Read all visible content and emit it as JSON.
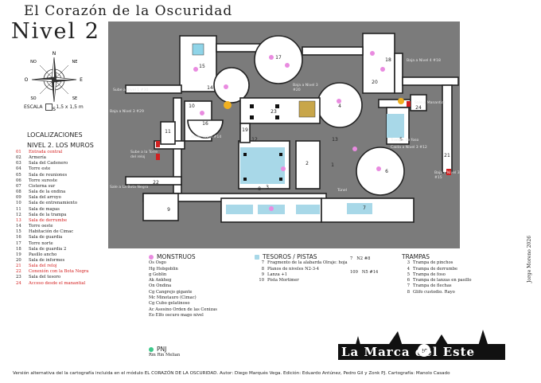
{
  "title": "El Corazón de la Oscuridad",
  "level": "Nivel 2",
  "compass": {
    "n": "N",
    "ne": "NE",
    "e": "E",
    "se": "SE",
    "s": "S",
    "so": "SO",
    "o": "O",
    "no": "NO"
  },
  "scale": {
    "label": "ESCALA",
    "value": "1,5 x 1,5 m"
  },
  "locations": {
    "heading": "LOCALIZACIONES",
    "subheading": "NIVEL 2. LOS MUROS",
    "items": [
      {
        "num": "01",
        "name": "Entrada central",
        "red": true
      },
      {
        "num": "02",
        "name": "Armería",
        "red": false
      },
      {
        "num": "03",
        "name": "Sala del Cadenero",
        "red": false
      },
      {
        "num": "04",
        "name": "Torre este",
        "red": false
      },
      {
        "num": "05",
        "name": "Sala de reuniones",
        "red": false
      },
      {
        "num": "06",
        "name": "Torre sureste",
        "red": false
      },
      {
        "num": "07",
        "name": "Cisterna sur",
        "red": false
      },
      {
        "num": "08",
        "name": "Sala de la ondina",
        "red": false
      },
      {
        "num": "09",
        "name": "Sala del arroyo",
        "red": false
      },
      {
        "num": "10",
        "name": "Sala de entrenamiento",
        "red": false
      },
      {
        "num": "11",
        "name": "Sala de mapas",
        "red": false
      },
      {
        "num": "12",
        "name": "Sala de la trampa",
        "red": false
      },
      {
        "num": "13",
        "name": "Sala de derrumbe",
        "red": true
      },
      {
        "num": "14",
        "name": "Torre oeste",
        "red": false
      },
      {
        "num": "15",
        "name": "Habitación de Cimac",
        "red": false
      },
      {
        "num": "16",
        "name": "Sala de guardia",
        "red": false
      },
      {
        "num": "17",
        "name": "Torre norte",
        "red": false
      },
      {
        "num": "18",
        "name": "Sala de guardia 2",
        "red": false
      },
      {
        "num": "19",
        "name": "Pasillo ancho",
        "red": false
      },
      {
        "num": "20",
        "name": "Sala de informes",
        "red": false
      },
      {
        "num": "21",
        "name": "Sala del reloj",
        "red": true
      },
      {
        "num": "22",
        "name": "Conexión con la Bota Negra",
        "red": true
      },
      {
        "num": "23",
        "name": "Sala del tesoro",
        "red": false
      },
      {
        "num": "24",
        "name": "Acceso desde el manantial",
        "red": true
      }
    ]
  },
  "map_labels": {
    "sube_n1": "Sube a Nivel 1 #30",
    "baja_n3_29": "Baja a Nivel 3 #29",
    "altillo": "Altillo sobre #14",
    "sube_torre": "Sube a la Torre del reloj",
    "sale_bota": "Sale a La Bota Negra",
    "baja_n3_20": "Baja a Nivel 3 #20",
    "baja_n4": "Baja a Nivel 4 #18",
    "sale_manantial": "Sale a Manantial",
    "trampa_foso": "Trampa de foso",
    "caida_n3": "Caída a Nivel 3 #12",
    "baja_n3_15": "Baja a Nivel 3 #15",
    "tunel": "Túnel"
  },
  "room_numbers": [
    "1",
    "2",
    "3",
    "4",
    "5",
    "6",
    "7",
    "8",
    "9",
    "10",
    "11",
    "12",
    "13",
    "14",
    "15",
    "16",
    "17",
    "18",
    "19",
    "20",
    "21",
    "22",
    "23",
    "24"
  ],
  "monsters": {
    "heading": "MONSTRUOS",
    "items": [
      "Os Osgo",
      "Hg Hobgoblin",
      "g Goblin",
      "Ak Ankheg",
      "On Ondina",
      "Cg Cangrejo gigante",
      "Mc Minotauro (Cimac)",
      "Cg Cubo gelatinoso",
      "Ac Asesino Orden de las Cenizas",
      "Eo Elfo oscuro mago nivel"
    ]
  },
  "npc": {
    "heading": "PNJ",
    "items": [
      "Rm Rin Melian"
    ]
  },
  "treasures": {
    "heading": "TESOROS / PISTAS",
    "items": [
      {
        "num": "7",
        "name": "Fragmento de la alabarda Olraje: hoja"
      },
      {
        "num": "8",
        "name": "Planos de niveles N2-3-4"
      },
      {
        "num": "9",
        "name": "Lanza +1"
      },
      {
        "num": "10",
        "name": "Pista Mortimer"
      }
    ]
  },
  "key_refs": {
    "a": "7",
    "b": "N2 #8",
    "c": "109",
    "d": "N5 #14"
  },
  "traps": {
    "heading": "TRAMPAS",
    "items": [
      {
        "num": "3",
        "name": "Trampa de pinchos"
      },
      {
        "num": "4",
        "name": "Trampa de derrumbe"
      },
      {
        "num": "5",
        "name": "Trampa de foso"
      },
      {
        "num": "6",
        "name": "Trampa de lanzas en pasillo"
      },
      {
        "num": "7",
        "name": "Trampa de flechas"
      },
      {
        "num": "8",
        "name": "Glifo custodio. Rayo"
      }
    ]
  },
  "author": "Jorge Moreno 2026",
  "logo": {
    "text": "La Marca del Este",
    "year": "20"
  },
  "credits": "Versión alternativa del la cartografía incluida en el módulo EL CORAZÓN DE LA OSCURIDAD. Autor: Diego Marqués Vega. Edición: Eduardo Antúnez, Pedro Gil y Zonk PJ. Cartografía: Manolo Casado",
  "colors": {
    "rock": "#7b7b7b",
    "floor": "#ffffff",
    "water": "#a8d8e8",
    "monster": "#e98be0",
    "npc": "#3cc98a",
    "door": "#d22020",
    "treasure": "#f0b020"
  }
}
